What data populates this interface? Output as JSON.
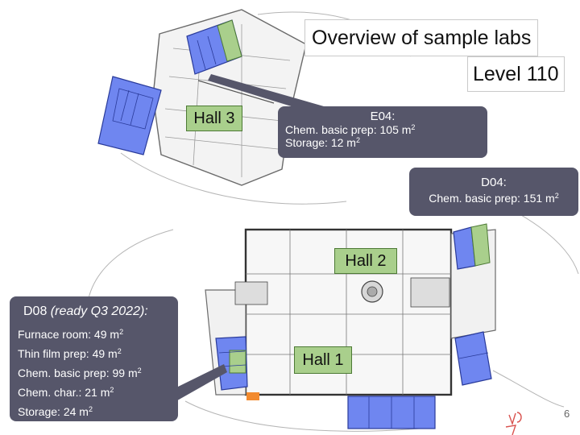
{
  "title": {
    "main": "Overview of sample labs",
    "level": "Level 110"
  },
  "halls": {
    "hall_3": "Hall 3",
    "hall_2": "Hall 2",
    "hall_1": "Hall 1"
  },
  "callouts": {
    "e04": {
      "title": "E04:",
      "lines": [
        {
          "text": "Chem. basic prep: 105 m",
          "sup": "2"
        },
        {
          "text": "Storage: 12 m",
          "sup": "2"
        }
      ]
    },
    "d04": {
      "title": "D04:",
      "lines": [
        {
          "text": "Chem. basic prep: 151 m",
          "sup": "2"
        }
      ]
    },
    "d08": {
      "title": "D08 ",
      "title_note": "(ready Q3 2022):",
      "lines": [
        {
          "text": "Furnace room: 49 m",
          "sup": "2"
        },
        {
          "text": "Thin film prep: 49 m",
          "sup": "2"
        },
        {
          "text": "Chem. basic prep: 99 m",
          "sup": "2"
        },
        {
          "text": "Chem. char.: 21 m",
          "sup": "2"
        },
        {
          "text": "Storage: 24 m",
          "sup": "2"
        }
      ]
    }
  },
  "page_number": "6",
  "colors": {
    "lab_fill": "#6f86f0",
    "lab_secondary": "#a9cf8c",
    "callout_bg": "#56566a",
    "hall_label_bg": "#a9cf8c",
    "plan_lines": "#6a6a6a"
  }
}
